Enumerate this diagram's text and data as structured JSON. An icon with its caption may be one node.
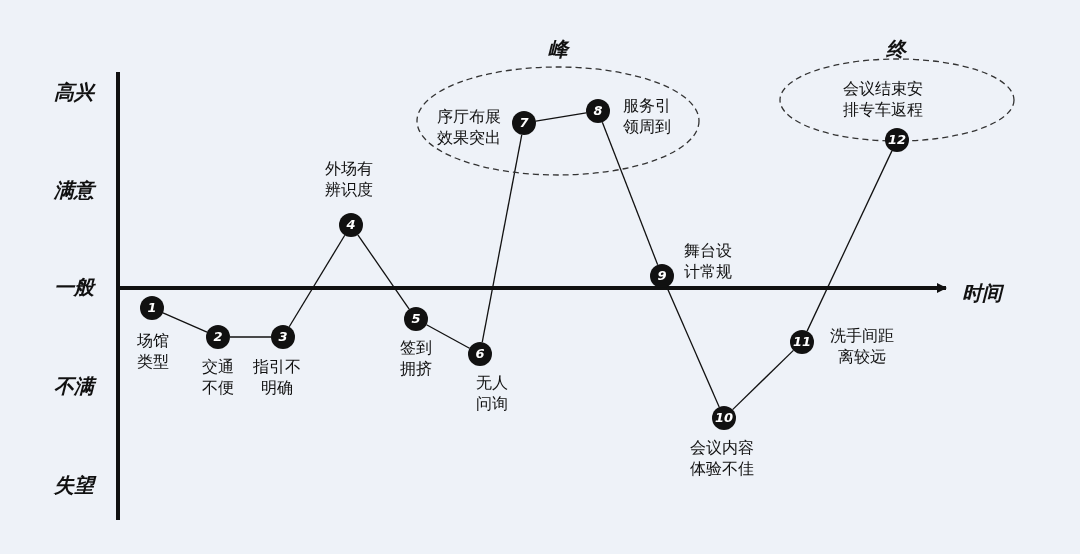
{
  "diagram": {
    "nodes": [
      {
        "text": [
          "1"
        ],
        "beside": [
          "场馆类型"
        ]
      },
      {
        "text": [
          "2"
        ],
        "beside": [
          "交通不便"
        ]
      },
      {
        "text": [
          "3"
        ],
        "beside": [
          "指引不明确"
        ]
      },
      {
        "text": [
          "4"
        ],
        "beside": [
          "外场有辨识度"
        ]
      },
      {
        "text": [
          "5"
        ],
        "beside": [
          "签到拥挤"
        ]
      },
      {
        "text": [
          "6"
        ],
        "beside": [
          "无人问询"
        ]
      },
      {
        "text": [
          "峰"
        ]
      },
      {
        "text": [
          "7"
        ],
        "beside": [
          "序厅布展效果突出"
        ],
        "in": 6
      },
      {
        "text": [
          "8"
        ],
        "beside": [
          "服务引领周到"
        ],
        "in": 6
      },
      {
        "text": [
          "9"
        ],
        "beside": [
          "舞台设计常规"
        ]
      },
      {
        "text": [
          "10"
        ],
        "beside": [
          "会议内容体验不佳"
        ]
      },
      {
        "text": [
          "11"
        ],
        "beside": [
          "洗手间距离较远"
        ]
      },
      {
        "text": [
          "终"
        ]
      },
      {
        "text": [
          "12"
        ],
        "beside": [
          "会议结束安排专车返程"
        ],
        "in": 12
      }
    ],
    "edges": [
      {
        "from": 0,
        "to": 1,
        "arrow": "none"
      },
      {
        "from": 1,
        "to": 2,
        "arrow": "none"
      },
      {
        "from": 2,
        "to": 3,
        "arrow": "none"
      },
      {
        "from": 3,
        "to": 4,
        "arrow": "none"
      },
      {
        "from": 4,
        "to": 5,
        "arrow": "none"
      },
      {
        "from": 5,
        "to": 7,
        "arrow": "none"
      },
      {
        "from": 7,
        "to": 8,
        "arrow": "none"
      },
      {
        "from": 8,
        "to": 9,
        "arrow": "none"
      },
      {
        "from": 9,
        "to": 10,
        "arrow": "none"
      },
      {
        "from": 10,
        "to": 11,
        "arrow": "none"
      },
      {
        "from": 11,
        "to": 13,
        "arrow": "none"
      }
    ],
    "labels": [
      "高兴",
      "满意",
      "一般",
      "不满",
      "失望",
      "时间"
    ]
  }
}
